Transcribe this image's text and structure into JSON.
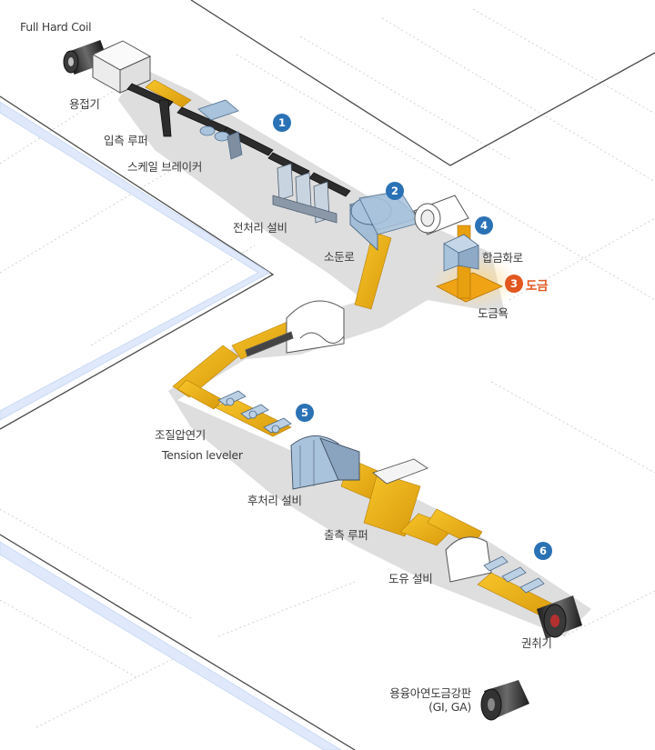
{
  "labels": {
    "full_hard_coil": "Full Hard Coil",
    "welder": "용접기",
    "entry_looper": "입측 루퍼",
    "scale_breaker": "스케일 브레이커",
    "pretreatment": "전처리 설비",
    "annealing_furnace": "소둔로",
    "alloying_furnace": "합금화로",
    "coating": "도금",
    "coating_pot": "도금욕",
    "skin_pass": "조질압연기",
    "tension_leveler": "Tension leveler",
    "post_treatment": "후처리 설비",
    "exit_looper": "출측 루퍼",
    "oiler": "도유 설비",
    "recoiler": "권취기",
    "product_line1": "용융아연도금강판",
    "product_line2": "(GI, GA)"
  },
  "badges": {
    "b1": "1",
    "b2": "2",
    "b3": "3",
    "b4": "4",
    "b5": "5",
    "b6": "6"
  },
  "colors": {
    "strip": "#f2b418",
    "strip_dark": "#c98d08",
    "badge_blue": "#2a72b5",
    "badge_orange": "#e2571f",
    "platform_shadow": "#d8d8d8",
    "equipment_blue": "#a9c3dc",
    "dark_roll": "#2b2b2b",
    "water": "#dfe9fb"
  }
}
